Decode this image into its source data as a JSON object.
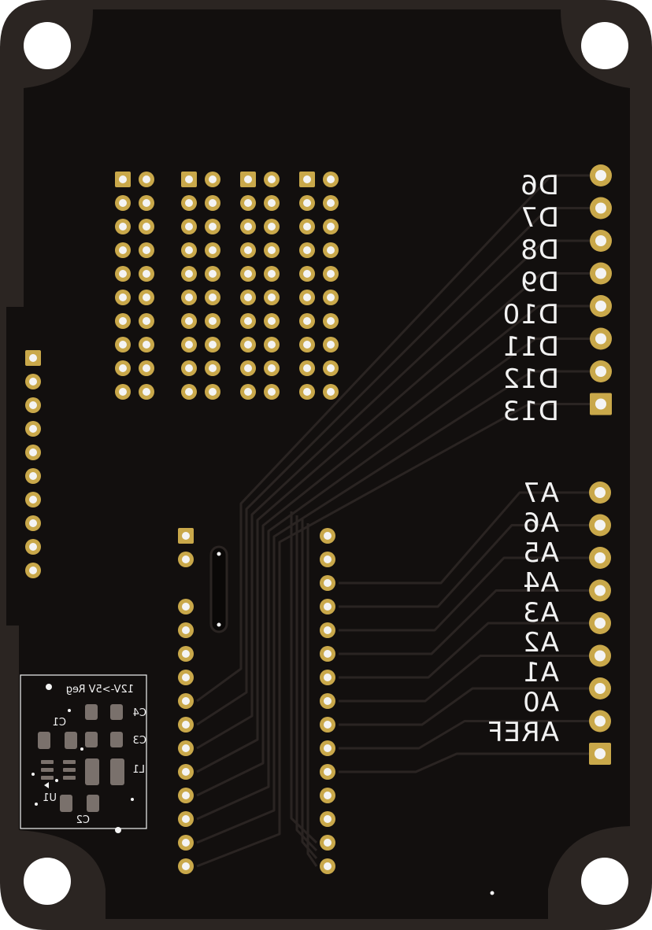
{
  "board": {
    "colors": {
      "outline": "#2b2522",
      "copper_fill": "#120f0e",
      "trace": "#2a2422",
      "pad_gold": "#c9a84a",
      "silkscreen": "#f2f2f2"
    },
    "digital_pins": [
      "D6",
      "D7",
      "D8",
      "D9",
      "D10",
      "D11",
      "D12",
      "D13"
    ],
    "analog_pins": [
      "A7",
      "A6",
      "A5",
      "A4",
      "A3",
      "A2",
      "A1",
      "A0",
      "AREF"
    ],
    "regulator": {
      "title": "12V->5V Reg",
      "components": [
        "C4",
        "C3",
        "L1",
        "C1",
        "U1",
        "C2"
      ]
    }
  }
}
